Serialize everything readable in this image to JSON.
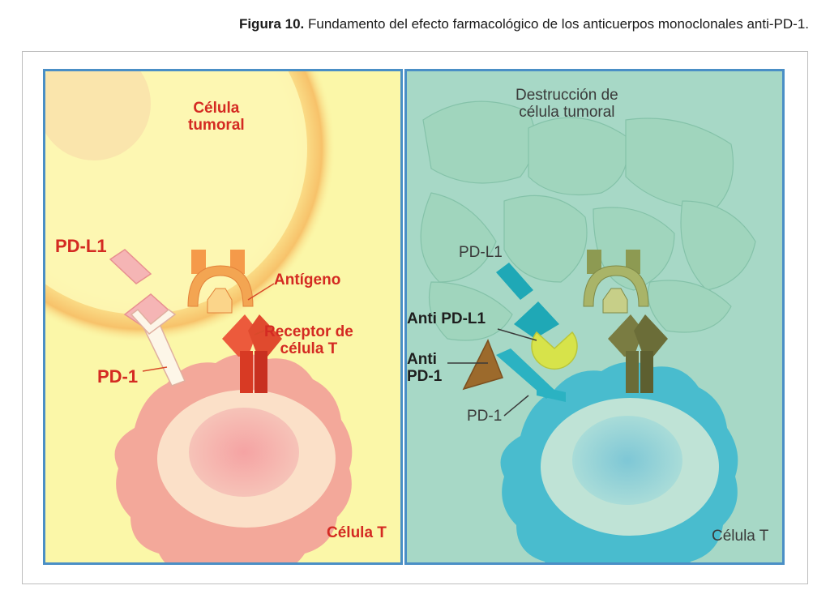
{
  "caption": {
    "prefix": "Figura 10.",
    "text": " Fundamento del efecto farmacológico de los anticuerpos monoclonales anti-PD-1."
  },
  "left_panel": {
    "tumor_cell_line1": "Célula",
    "tumor_cell_line2": "tumoral",
    "pd_l1": "PD-L1",
    "antigen": "Antígeno",
    "receptor_line1": "Receptor de",
    "receptor_line2": "célula T",
    "pd_1": "PD-1",
    "t_cell": "Célula T"
  },
  "right_panel": {
    "destruction_line1": "Destrucción de",
    "destruction_line2": "célula tumoral",
    "pd_l1": "PD-L1",
    "anti_pd_l1": "Anti PD-L1",
    "anti_pd_1_line1": "Anti",
    "anti_pd_1_line2": "PD-1",
    "pd_1": "PD-1",
    "t_cell": "Célula T"
  },
  "colors": {
    "panel_border": "#4a8fc6",
    "left_background": "#fbf7a8",
    "right_background": "#a7d8c6",
    "label_red": "#d42a22"
  }
}
